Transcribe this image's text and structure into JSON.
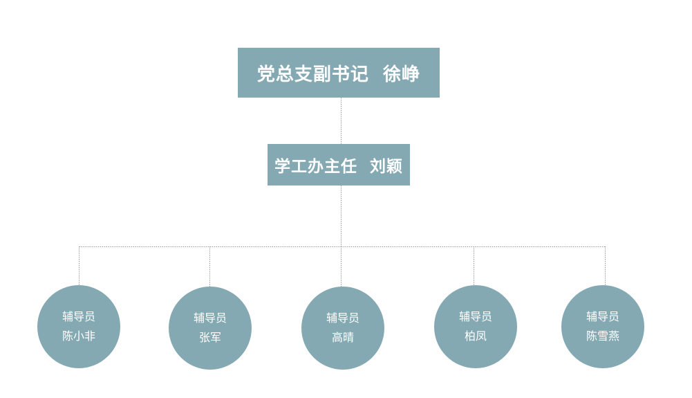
{
  "org_chart": {
    "secretary": {
      "title": "党总支副书记",
      "name": "徐峥"
    },
    "director": {
      "title": "学工办主任",
      "name": "刘颖"
    },
    "counselors": [
      {
        "role": "辅导员",
        "name": "陈小非"
      },
      {
        "role": "辅导员",
        "name": "张军"
      },
      {
        "role": "辅导员",
        "name": "高晴"
      },
      {
        "role": "辅导员",
        "name": "柏凤"
      },
      {
        "role": "辅导员",
        "name": "陈雪燕"
      }
    ]
  },
  "colors": {
    "node_fill": "#84a9b3",
    "node_text": "#ffffff",
    "connector": "#9a9a9a"
  }
}
